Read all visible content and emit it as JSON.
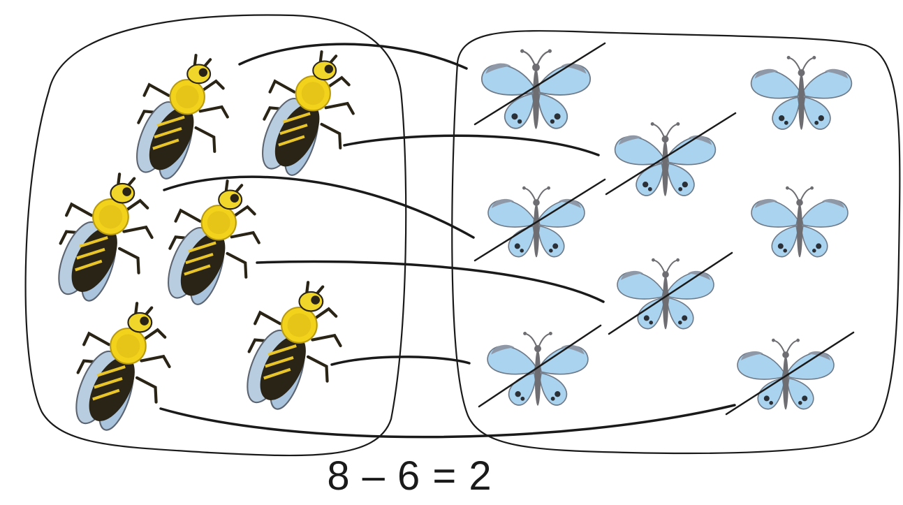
{
  "equation": "8 – 6 = 2",
  "sets": {
    "bees": {
      "count": 6
    },
    "butterflies": {
      "count": 8,
      "crossed_out": 6,
      "remaining": 2
    }
  },
  "colors": {
    "outline": "#1a1a1a",
    "bee_yellow": "#f2d21b",
    "bee_dark": "#2a2416",
    "wing_blue": "#a9d3ee",
    "wing_grey": "#8f98a6",
    "butterfly_body": "#6e6e72"
  },
  "icons": {
    "bee": "bee-icon",
    "butterfly": "butterfly-icon",
    "butterfly_crossed": "crossed-butterfly-icon"
  }
}
